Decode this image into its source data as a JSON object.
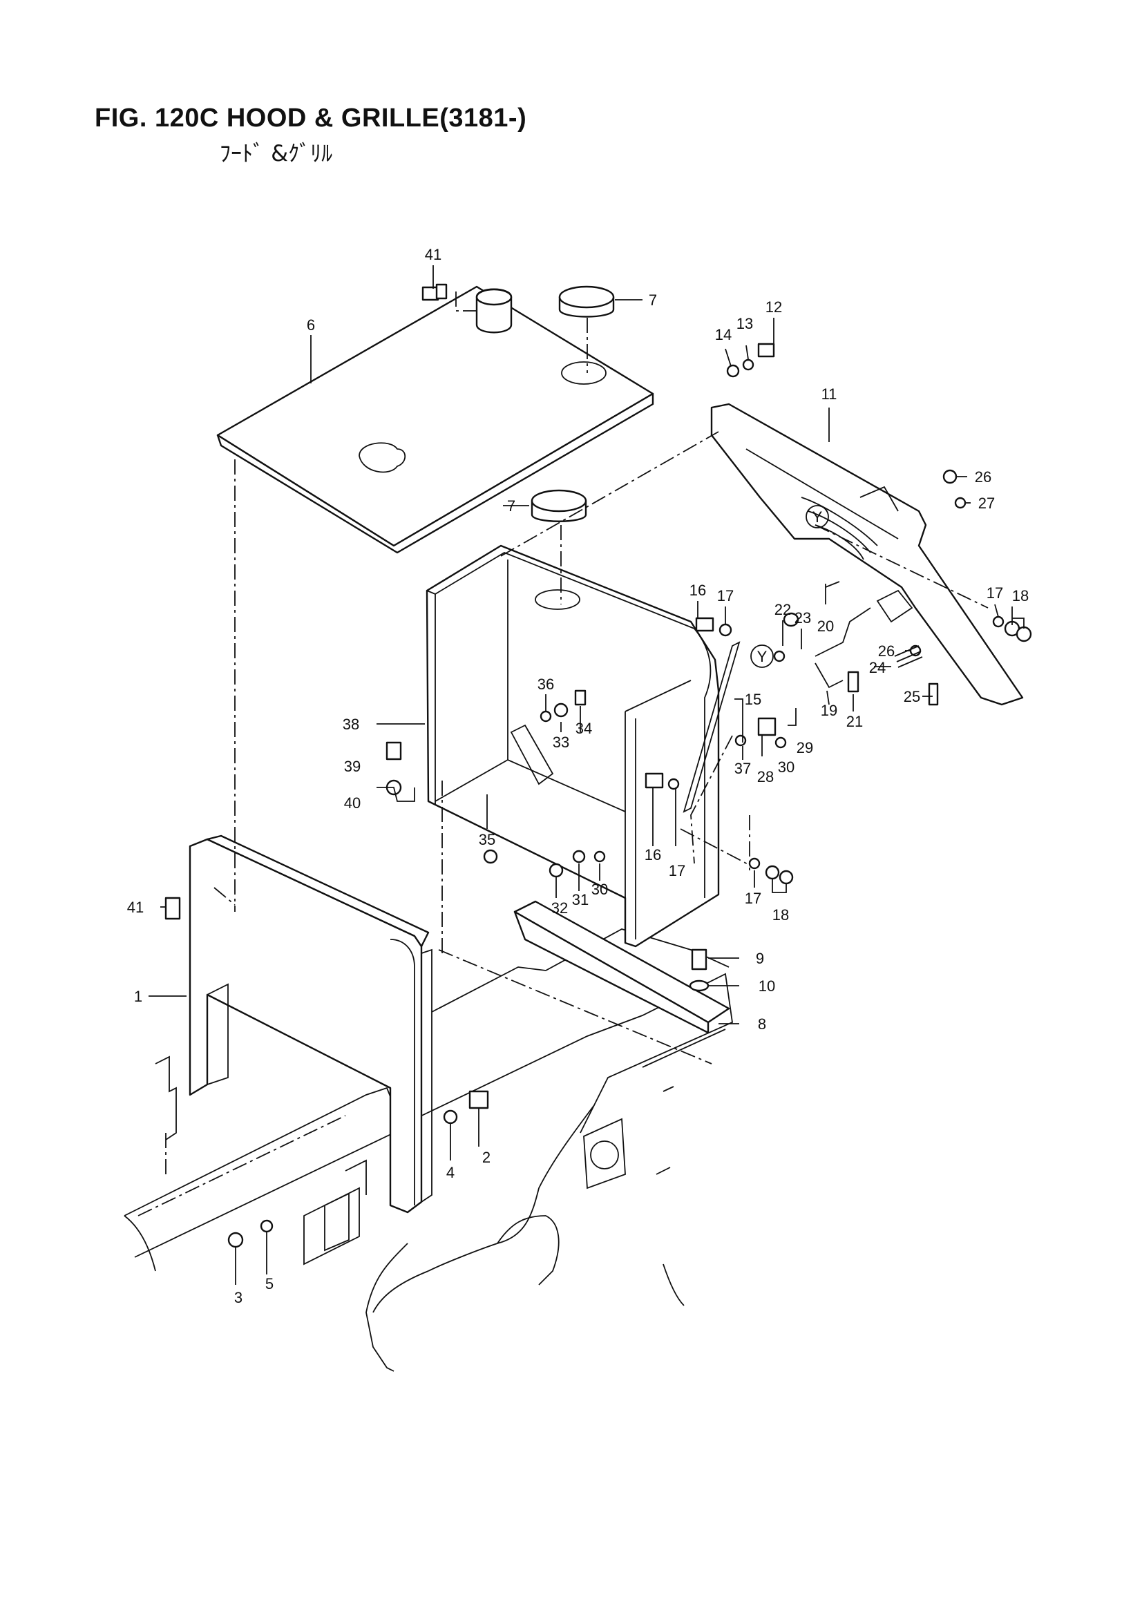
{
  "header": {
    "title": "FIG. 120C HOOD & GRILLE(3181-)",
    "subtitle": "ﾌｰﾄﾞ &ｸﾞﾘﾙ"
  },
  "view_marker": "Y",
  "callouts": [
    "41",
    "7",
    "6",
    "12",
    "13",
    "14",
    "11",
    "26",
    "27",
    "7",
    "16",
    "17",
    "22",
    "23",
    "20",
    "17",
    "18",
    "36",
    "33",
    "34",
    "38",
    "15",
    "26",
    "24",
    "25",
    "19",
    "21",
    "39",
    "29",
    "30",
    "28",
    "37",
    "40",
    "35",
    "16",
    "17",
    "30",
    "31",
    "32",
    "17",
    "18",
    "41",
    "9",
    "10",
    "1",
    "8",
    "4",
    "2",
    "3",
    "5"
  ]
}
